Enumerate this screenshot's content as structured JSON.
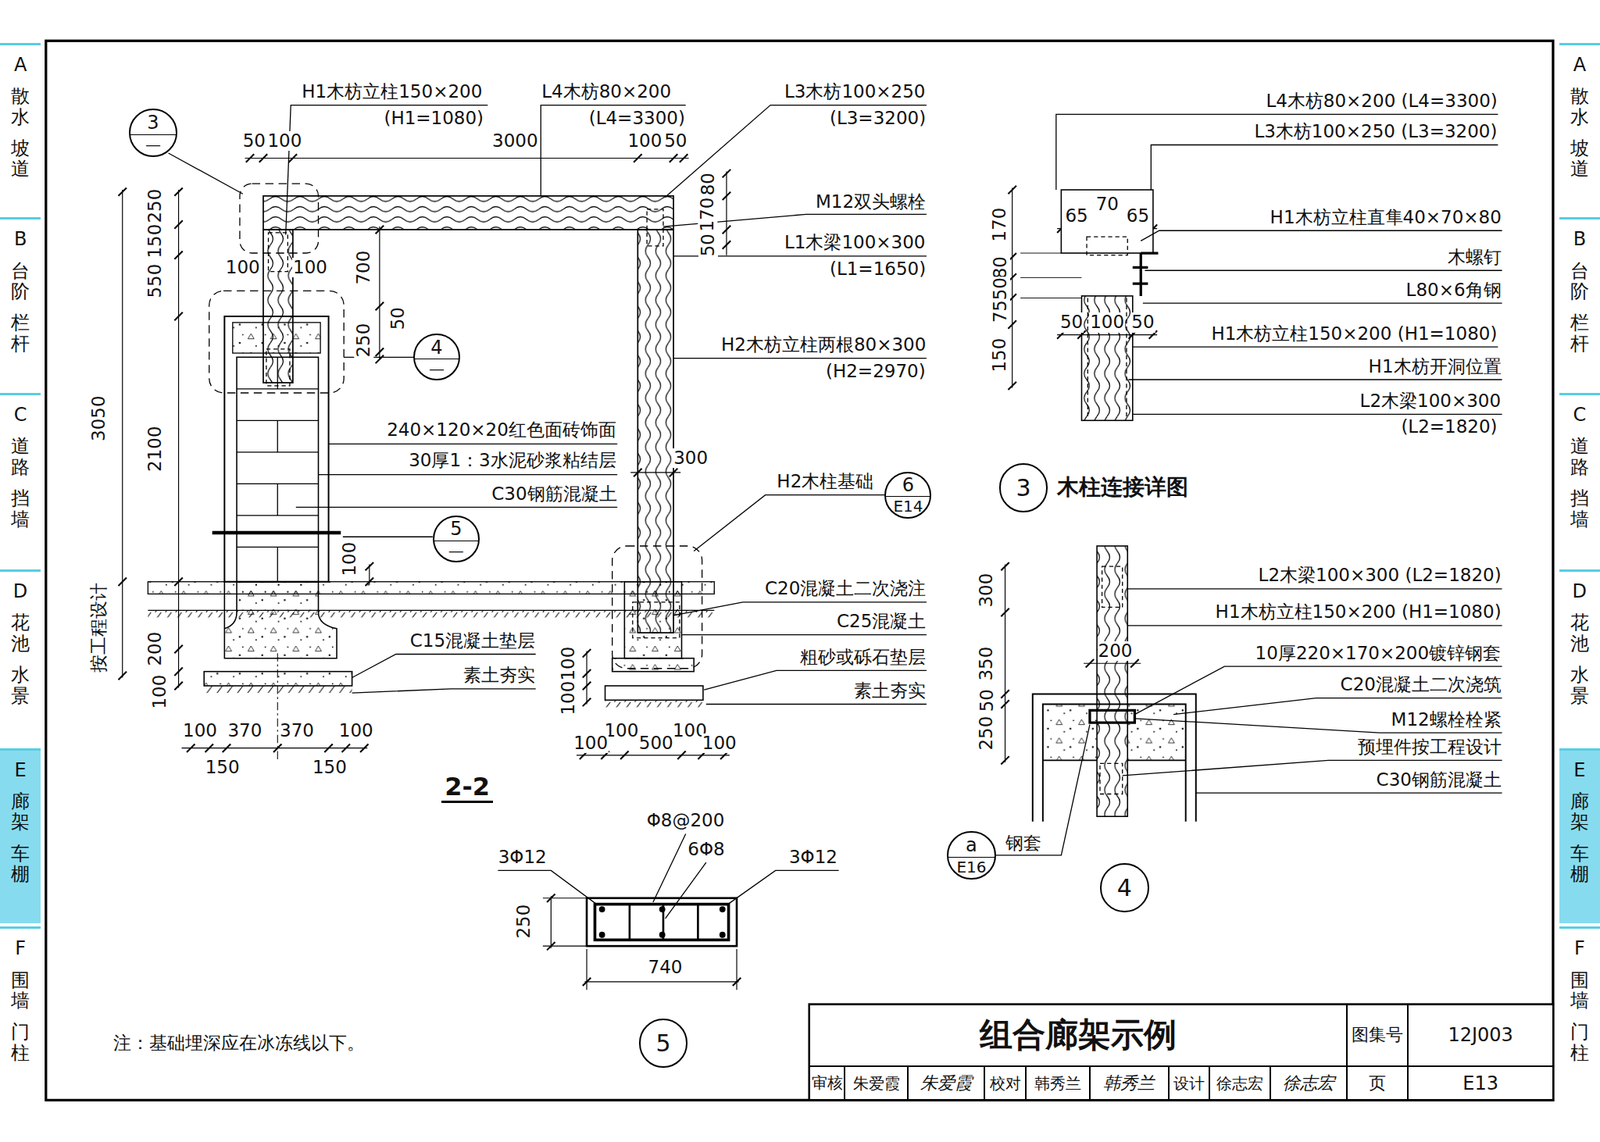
{
  "diagram": {
    "nodes": [
      {
        "text": [
          "3",
          "—"
        ]
      },
      {
        "text": [
          "4",
          "—"
        ]
      },
      {
        "text": [
          "5",
          "—"
        ]
      },
      {
        "text": [
          "6",
          "E14"
        ]
      },
      {
        "text": [
          "3",
          "木柱连接详图"
        ]
      },
      {
        "text": [
          "a",
          "E16"
        ]
      },
      {
        "text": [
          "4"
        ]
      },
      {
        "text": [
          "5"
        ]
      },
      {
        "text": [
          "组合廊架示例"
        ]
      },
      {
        "text": [
          "图集号"
        ]
      },
      {
        "text": [
          "12J003"
        ]
      },
      {
        "text": [
          "审核"
        ]
      },
      {
        "text": [
          "朱爱霞"
        ]
      },
      {
        "text": [
          "朱爱霞"
        ]
      },
      {
        "text": [
          "校对"
        ]
      },
      {
        "text": [
          "韩秀兰"
        ]
      },
      {
        "text": [
          "韩秀兰"
        ]
      },
      {
        "text": [
          "设计"
        ]
      },
      {
        "text": [
          "徐志宏"
        ]
      },
      {
        "text": [
          "徐志宏"
        ]
      },
      {
        "text": [
          "页"
        ]
      },
      {
        "text": [
          "E13"
        ]
      },
      {
        "text": [
          "A",
          "散水",
          "坡道"
        ]
      },
      {
        "text": [
          "B",
          "台阶",
          "栏杆"
        ]
      },
      {
        "text": [
          "C",
          "道路",
          "挡墙"
        ]
      },
      {
        "text": [
          "D",
          "花池",
          "水景"
        ]
      },
      {
        "text": [
          "E",
          "廊架",
          "车棚"
        ]
      },
      {
        "text": [
          "F",
          "围墙",
          "门柱"
        ]
      },
      {
        "text": [
          "A",
          "散水",
          "坡道"
        ]
      },
      {
        "text": [
          "B",
          "台阶",
          "栏杆"
        ]
      },
      {
        "text": [
          "C",
          "道路",
          "挡墙"
        ]
      },
      {
        "text": [
          "D",
          "花池",
          "水景"
        ]
      },
      {
        "text": [
          "E",
          "廊架",
          "车棚"
        ]
      },
      {
        "text": [
          "F",
          "围墙",
          "门柱"
        ]
      }
    ],
    "labels": [
      "H1木枋立柱150×200",
      "(H1=1080)",
      "L4木枋80×200",
      "(L4=3300)",
      "L3木枋100×250",
      "(L3=3200)",
      "50",
      "100",
      "3000",
      "100",
      "50",
      "M12双头螺栓",
      "80",
      "170",
      "50",
      "L1木梁100×300",
      "(L1=1650)",
      "250",
      "150",
      "550",
      "100",
      "100",
      "700",
      "50",
      "250",
      "H2木枋立柱两根80×300",
      "(H2=2970)",
      "3050",
      "240×120×20红色面砖饰面",
      "2100",
      "300",
      "30厚1：3水泥砂浆粘结层",
      "H2木柱基础",
      "C30钢筋混凝土",
      "100",
      "C20混凝土二次浇注",
      "C25混凝土",
      "按工程设计",
      "C15混凝土垫层",
      "200",
      "粗砂或砾石垫层",
      "100",
      "素土夯实",
      "100",
      "素土夯实",
      "100",
      "100",
      "370",
      "370",
      "100",
      "100",
      "100",
      "100",
      "500",
      "100",
      "150",
      "150",
      "2-2",
      "Φ8@200",
      "3Φ12",
      "6Φ8",
      "3Φ12",
      "250",
      "740",
      "L4木枋80×200 (L4=3300)",
      "L3木枋100×250 (L3=3200)",
      "70",
      "65",
      "65",
      "H1木枋立柱直隼40×70×80",
      "170",
      "木螺钉",
      "80",
      "50",
      "L80×6角钢",
      "75",
      "50",
      "100",
      "50",
      "H1木枋立柱150×200 (H1=1080)",
      "150",
      "H1木枋开洞位置",
      "L2木梁100×300",
      "(L2=1820)",
      "L2木梁100×300 (L2=1820)",
      "300",
      "H1木枋立柱150×200 (H1=1080)",
      "200",
      "10厚220×170×200镀锌钢套",
      "350",
      "C20混凝土二次浇筑",
      "50",
      "M12螺栓栓紧",
      "250",
      "预埋件按工程设计",
      "C30钢筋混凝土",
      "钢套",
      "注：基础埋深应在冰冻线以下。"
    ]
  }
}
